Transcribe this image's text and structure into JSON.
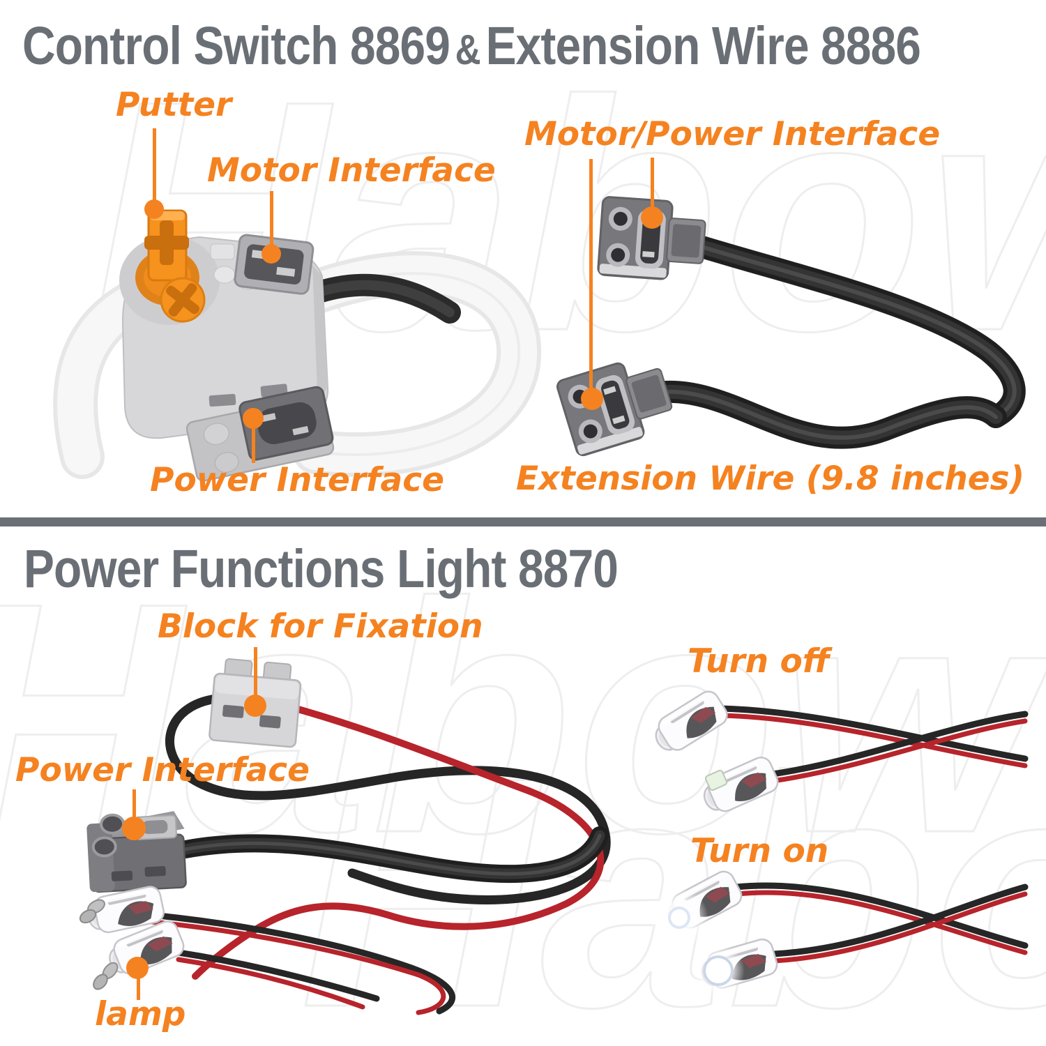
{
  "watermark": {
    "text": "Habow"
  },
  "colors": {
    "accent_orange": "#F58220",
    "title_gray": "#6A6F76",
    "divider_gray": "#6B7076",
    "wire_black": "#262626",
    "wire_red": "#B7242B"
  },
  "sections": {
    "control_switch_extension": {
      "title_product1": "Control Switch 8869",
      "title_separator": "&",
      "title_product2": "Extension Wire 8886",
      "callouts": {
        "putter": "Putter",
        "motor_interface": "Motor Interface",
        "power_interface": "Power Interface",
        "motor_power_interface": "Motor/Power Interface",
        "extension_wire": "Extension Wire (9.8 inches)"
      }
    },
    "power_functions_light": {
      "title": "Power Functions Light 8870",
      "callouts": {
        "block_for_fixation": "Block for Fixation",
        "power_interface": "Power Interface",
        "lamp": "lamp",
        "turn_off": "Turn off",
        "turn_on": "Turn on"
      }
    }
  }
}
